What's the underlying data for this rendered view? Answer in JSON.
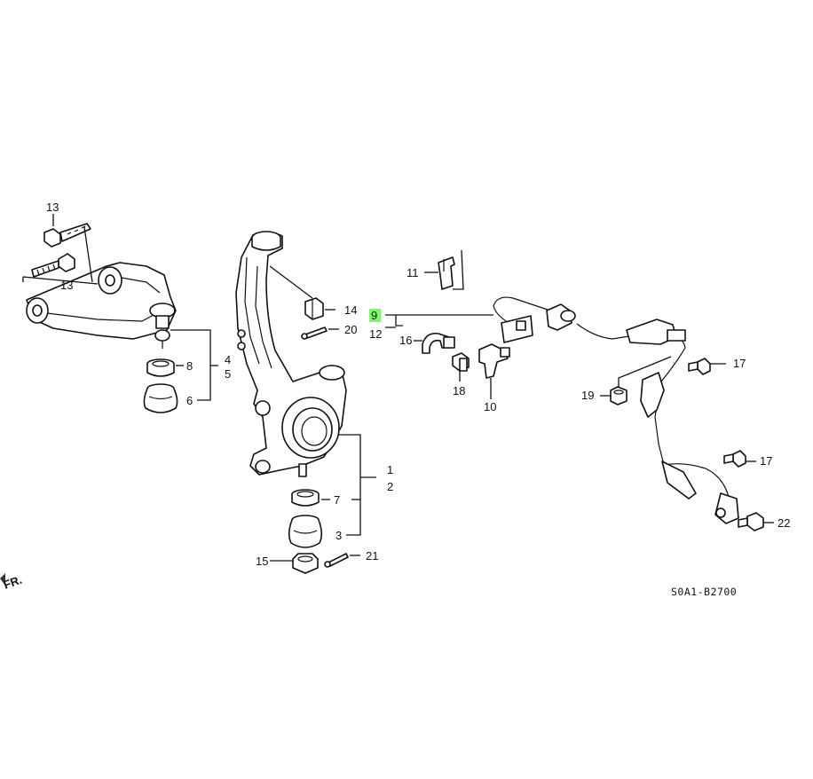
{
  "callouts": {
    "c1": "1",
    "c2": "2",
    "c3": "3",
    "c4": "4",
    "c5": "5",
    "c6": "6",
    "c7": "7",
    "c8": "8",
    "c9": "9",
    "c10": "10",
    "c11": "11",
    "c12": "12",
    "c13a": "13",
    "c13b": "13",
    "c14": "14",
    "c15": "15",
    "c16": "16",
    "c17a": "17",
    "c17b": "17",
    "c18": "18",
    "c19": "19",
    "c20": "20",
    "c21": "21",
    "c22": "22"
  },
  "highlight": {
    "part": "9",
    "color": "#7dfc6a"
  },
  "direction_marker": "FR.",
  "diagram_code": "S0A1-B2700"
}
